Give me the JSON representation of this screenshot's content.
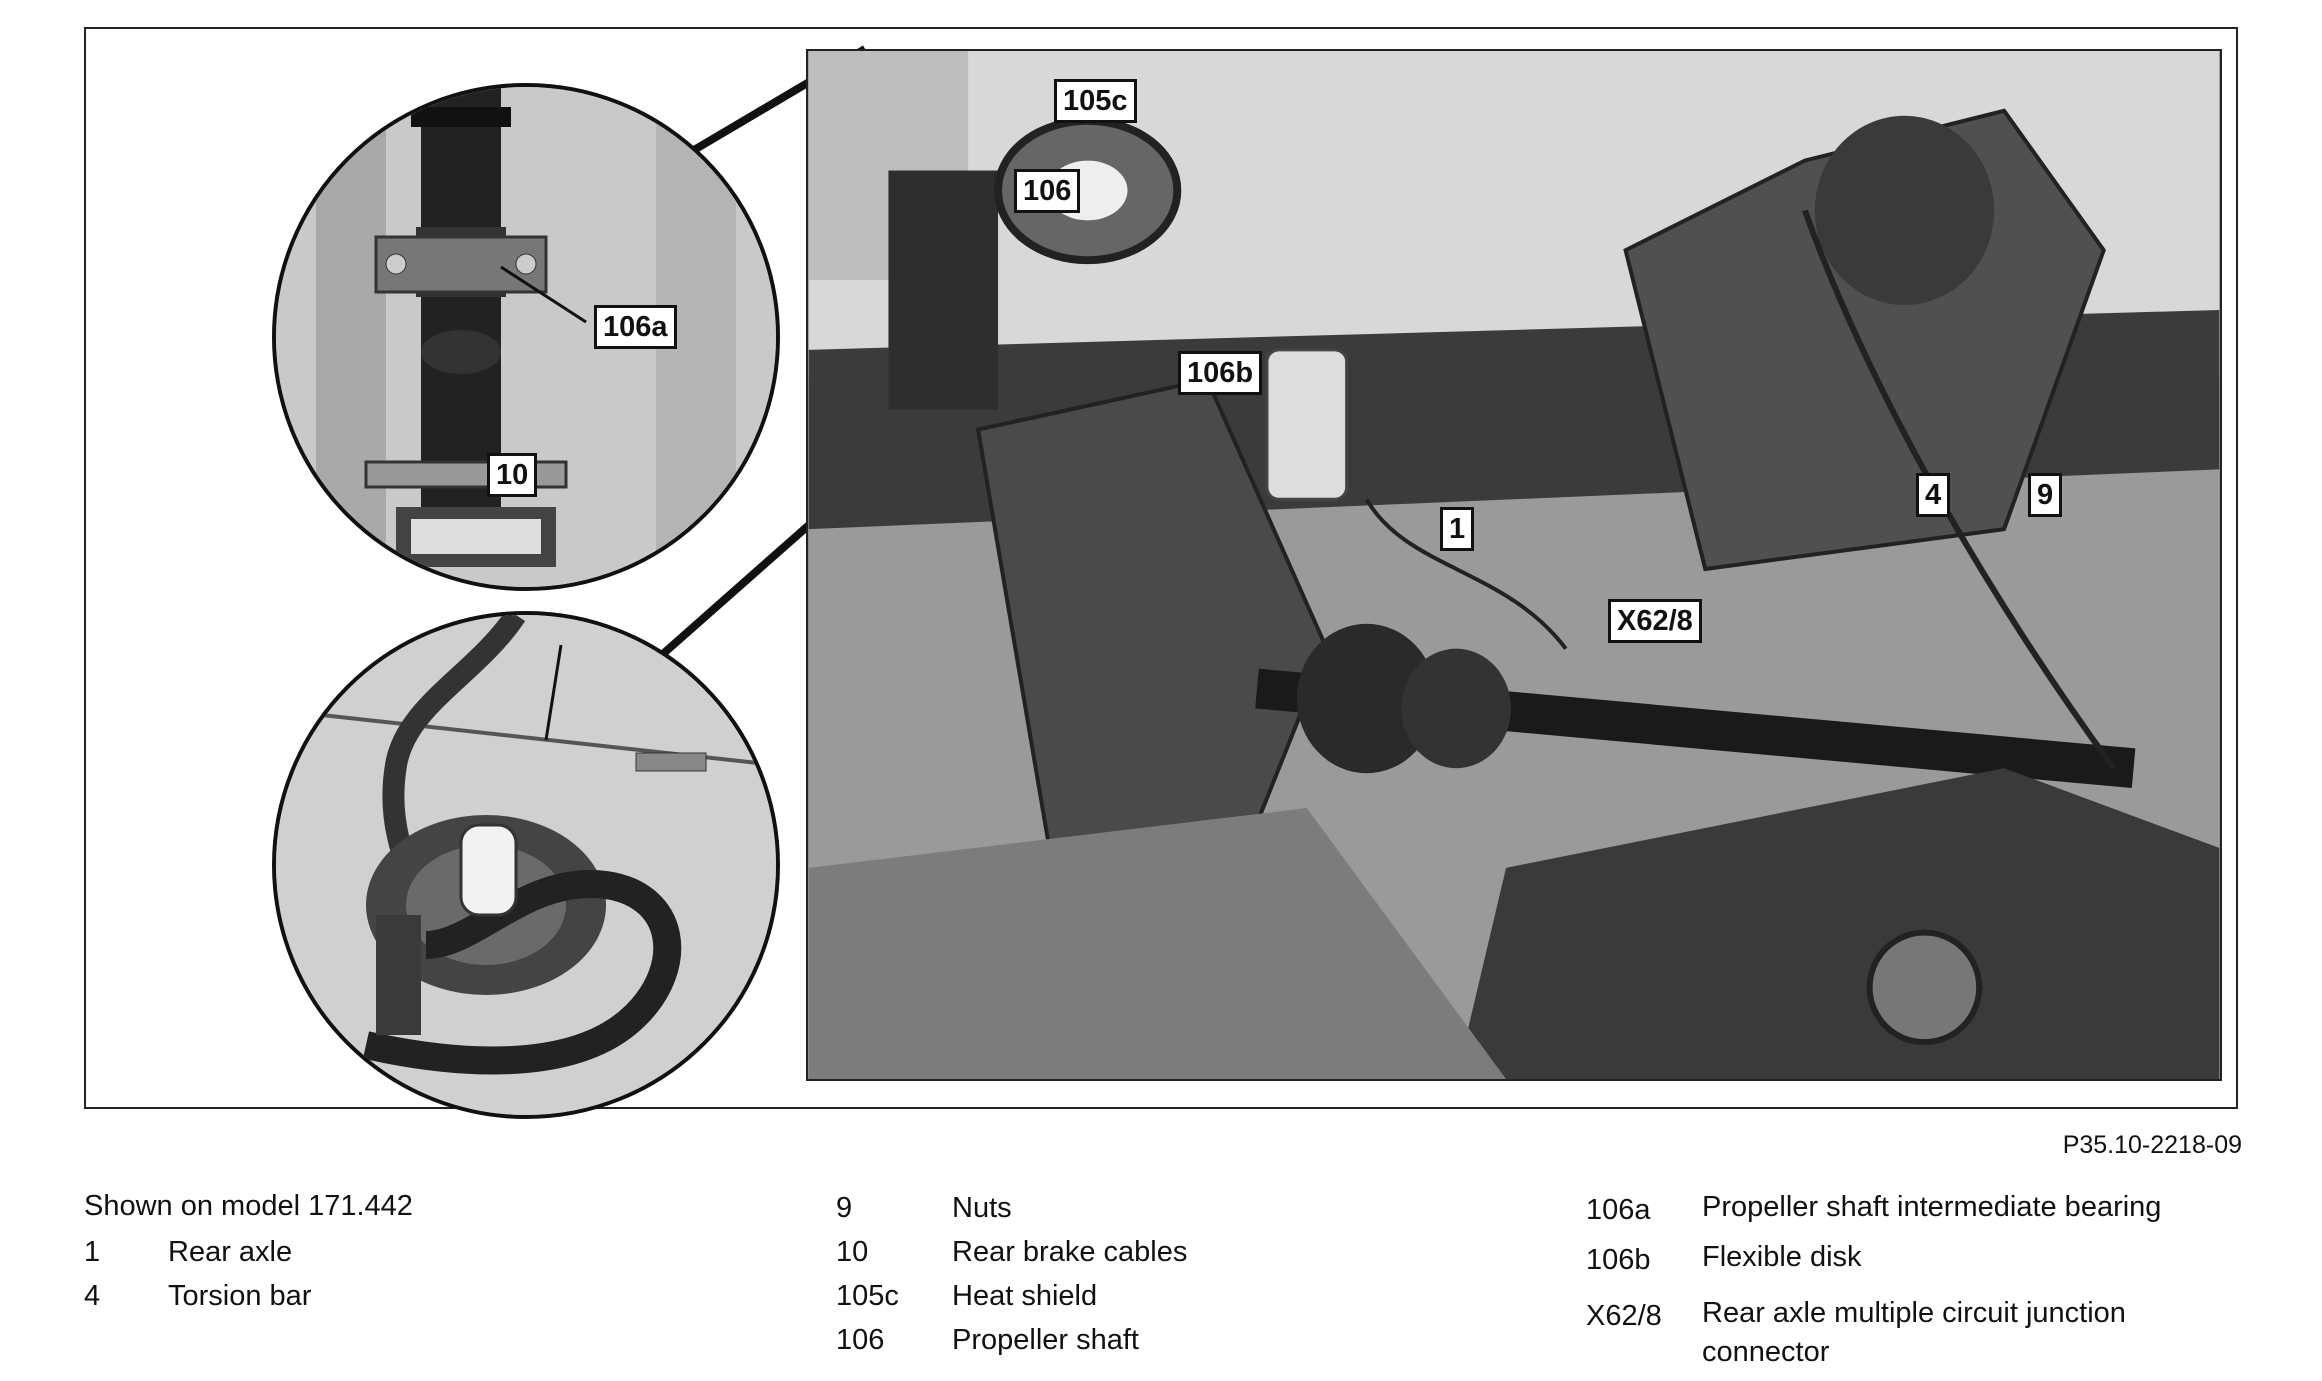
{
  "figure": {
    "reference_code": "P35.10-2218-09",
    "callouts": {
      "c105c": "105c",
      "c106": "106",
      "c106a": "106a",
      "c106b": "106b",
      "c10": "10",
      "c1": "1",
      "c4": "4",
      "c9": "9",
      "cX62": "X62/8"
    }
  },
  "legend": {
    "shown_on": "Shown on model 171.442",
    "col1": [
      {
        "num": "1",
        "desc": "Rear axle"
      },
      {
        "num": "4",
        "desc": "Torsion bar"
      }
    ],
    "col2": [
      {
        "num": "9",
        "desc": "Nuts"
      },
      {
        "num": "10",
        "desc": "Rear brake cables"
      },
      {
        "num": "105c",
        "desc": "Heat shield"
      },
      {
        "num": "106",
        "desc": "Propeller shaft"
      }
    ],
    "col3": [
      {
        "num": "106a",
        "desc": "Propeller shaft intermediate bearing"
      },
      {
        "num": "106b",
        "desc": "Flexible disk"
      },
      {
        "num": "X62/8",
        "desc": "Rear axle multiple circuit junction connector"
      }
    ]
  }
}
